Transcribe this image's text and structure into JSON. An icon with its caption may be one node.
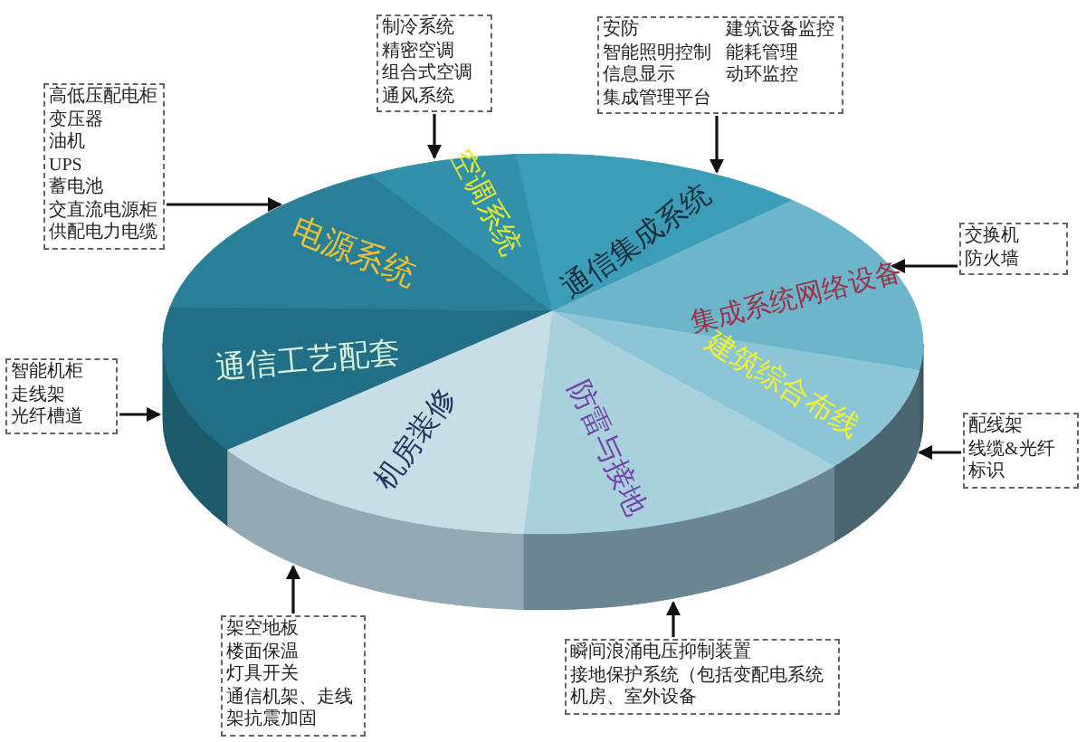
{
  "diagram": {
    "nodes": [
      {
        "text": [
          "制冷系统",
          "精密空调",
          "组合式空调",
          "通风系统"
        ]
      },
      {
        "text": [
          "安防",
          "建筑设备监控",
          "智能照明控制",
          "能耗管理",
          "信息显示",
          "动环监控",
          "集成管理平台"
        ]
      },
      {
        "text": [
          "高低压配电柜",
          "变压器",
          "油机",
          "UPS",
          "蓄电池",
          "交直流电源柜",
          "供配电力电缆"
        ]
      },
      {
        "text": [
          "交换机",
          "防火墙"
        ]
      },
      {
        "text": [
          "智能机柜",
          "走线架",
          "光纤槽道"
        ]
      },
      {
        "text": [
          "配线架",
          "线缆&光纤",
          "标识"
        ]
      },
      {
        "text": [
          "架空地板",
          "楼面保温",
          "灯具开关",
          "通信机架、走线架抗震加固"
        ]
      },
      {
        "text": [
          "瞬间浪涌电压抑制装置",
          "接地保护系统（包括变配电系统机房、室外设备"
        ]
      },
      {
        "text": [
          "电源系统"
        ]
      },
      {
        "text": [
          "空调系统"
        ]
      },
      {
        "text": [
          "通信集成系统"
        ]
      },
      {
        "text": [
          "集成系统网络设备"
        ]
      },
      {
        "text": [
          "通信工艺配套"
        ]
      },
      {
        "text": [
          "建筑综合布线"
        ]
      },
      {
        "text": [
          "防雷与接地"
        ]
      },
      {
        "text": [
          "机房装修"
        ]
      }
    ],
    "edges": [
      {
        "from": 2,
        "to": 8,
        "arrow": "to"
      },
      {
        "from": 0,
        "to": 9,
        "arrow": "to"
      },
      {
        "from": 1,
        "to": 10,
        "arrow": "to"
      },
      {
        "from": 3,
        "to": 11,
        "arrow": "to"
      },
      {
        "from": 4,
        "to": 12,
        "arrow": "to"
      },
      {
        "from": 5,
        "to": 13,
        "arrow": "to"
      },
      {
        "from": 6,
        "to": 15,
        "arrow": "to"
      },
      {
        "from": 7,
        "to": 14,
        "arrow": "to"
      }
    ]
  }
}
